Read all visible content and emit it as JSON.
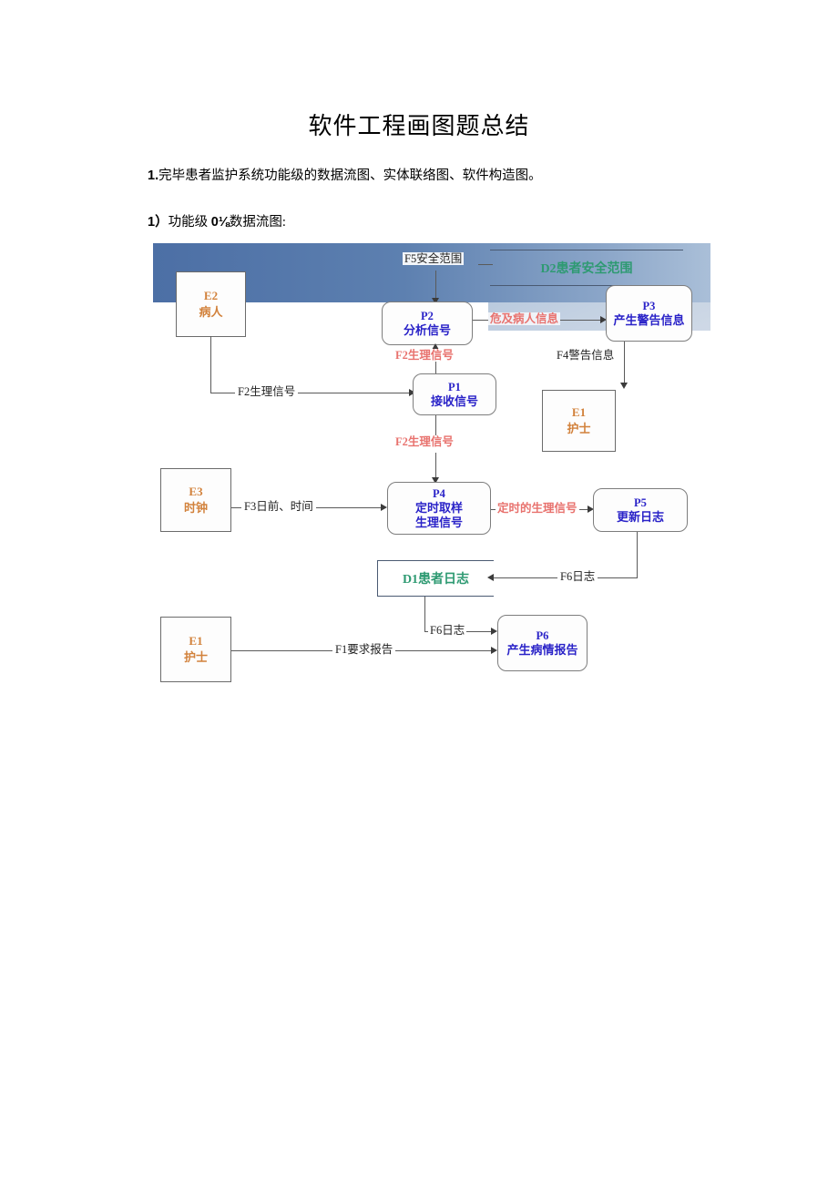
{
  "document": {
    "title": "软件工程画图题总结",
    "paragraph_1": {
      "lead": "1.",
      "text": "完毕患者监护系统功能级的数据流图、实体联络图、软件构造图。"
    },
    "paragraph_2": {
      "lead": "1）",
      "text_before": "功能级 ",
      "fraction": "0⅛",
      "text_after": "数据流图:"
    }
  },
  "diagram": {
    "kind": "data-flow-diagram",
    "nodes": {
      "e2_patient": {
        "id": "E2",
        "name": "病人",
        "type": "external-entity"
      },
      "e1_nurse_top": {
        "id": "E1",
        "name": "护士",
        "type": "external-entity"
      },
      "e3_clock": {
        "id": "E3",
        "name": "时钟",
        "type": "external-entity"
      },
      "e1_nurse_bottom": {
        "id": "E1",
        "name": "护士",
        "type": "external-entity"
      },
      "p1_receive": {
        "id": "P1",
        "name": "接收信号",
        "type": "process"
      },
      "p2_analyze": {
        "id": "P2",
        "name": "分析信号",
        "type": "process"
      },
      "p3_alarm": {
        "id": "P3",
        "name": "产生警告信息",
        "type": "process"
      },
      "p4_sample": {
        "id": "P4",
        "name_line1": "定时取样",
        "name_line2": "生理信号",
        "type": "process"
      },
      "p5_update_log": {
        "id": "P5",
        "name": "更新日志",
        "type": "process"
      },
      "p6_report": {
        "id": "P6",
        "name": "产生病情报告",
        "type": "process"
      },
      "d1_patient_log": {
        "label": "D1患者日志",
        "type": "data-store"
      },
      "d2_safe_range": {
        "label": "D2患者安全范围",
        "type": "data-store"
      }
    },
    "flows": {
      "f5_safe_range": "F5安全范围",
      "f2_physio_a": "F2生理信号",
      "f2_physio_b": "F2生理信号",
      "f2_physio_c": "F2生理信号",
      "f_danger_info": "危及病人信息",
      "f4_alarm_info": "F4警告信息",
      "f3_date_time": "F3日前、时间",
      "f_timed_physio": "定时的生理信号",
      "f6_log_a": "F6日志",
      "f6_log_b": "F6日志",
      "f1_request_report": "F1要求报告"
    },
    "colors": {
      "entity_text": "#d2823c",
      "process_text": "#2a23c8",
      "store_text": "#2e9a72",
      "flow_red": "#e8726e",
      "banner_blue": "#4c6fa5",
      "line": "#5a5a5a"
    }
  }
}
